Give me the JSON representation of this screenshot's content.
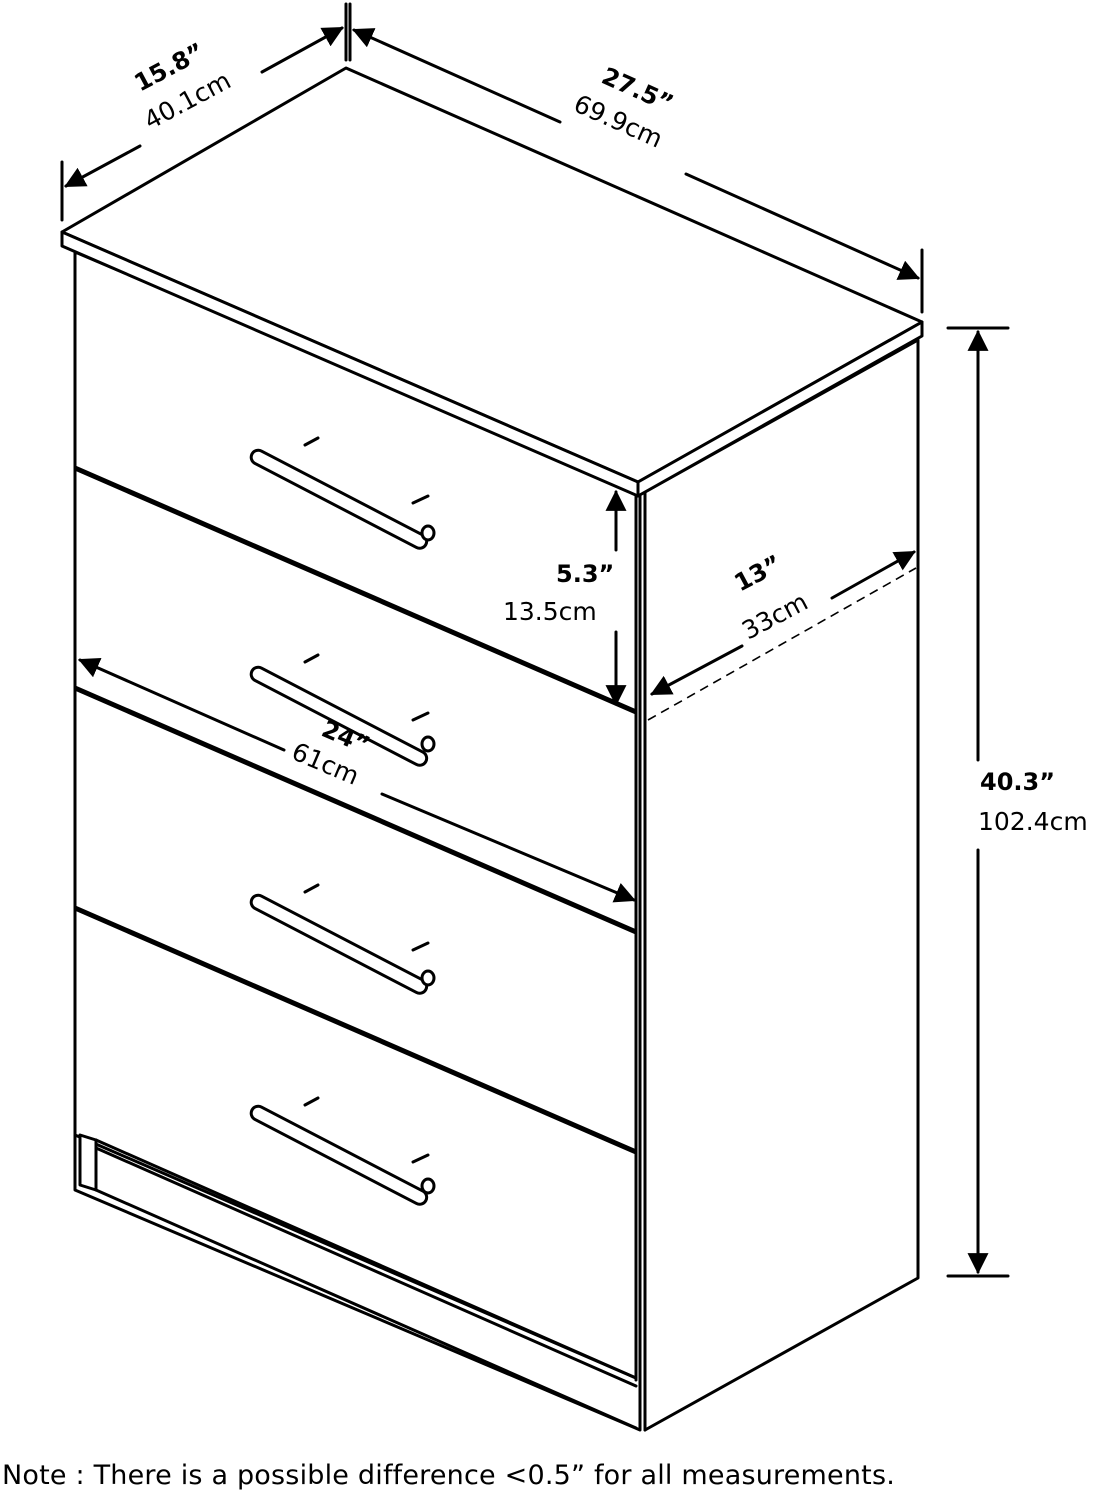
{
  "diagram": {
    "subject": "four-drawer chest dimension drawing",
    "colors": {
      "line": "#000000",
      "background": "#ffffff"
    },
    "dimensions": {
      "depth": {
        "imperial": "15.8”",
        "metric": "40.1cm"
      },
      "width": {
        "imperial": "27.5”",
        "metric": "69.9cm"
      },
      "drawer_height": {
        "imperial": "5.3”",
        "metric": "13.5cm"
      },
      "inner_depth": {
        "imperial": "13”",
        "metric": "33cm"
      },
      "drawer_width": {
        "imperial": "24”",
        "metric": "61cm"
      },
      "height": {
        "imperial": "40.3”",
        "metric": "102.4cm"
      }
    },
    "drawer_count": 4
  },
  "note": "Note : There is a possible difference <0.5” for all measurements."
}
